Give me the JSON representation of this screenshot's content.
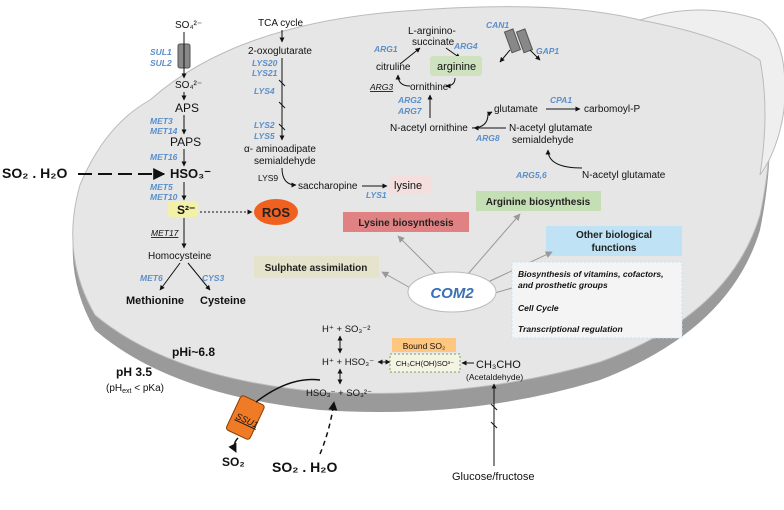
{
  "left_inputs": {
    "so2_h2o": "SO₂ . H₂O",
    "ph_ext": "pH 3.5",
    "ph_ext_note": "(pH",
    "ph_ext_sub": "ext",
    "ph_ext_note_end": " < pKa)",
    "phi": "pHi~6.8"
  },
  "sulphate": {
    "so4_top": "SO₄²⁻",
    "sul1": "SUL1",
    "sul2": "SUL2",
    "so4_in": "SO₄²⁻",
    "aps": "APS",
    "met3": "MET3",
    "met14": "MET14",
    "paps": "PAPS",
    "met16": "MET16",
    "hso3": "HSO₃⁻",
    "met5": "MET5",
    "met10": "MET10",
    "s2": "S²⁻",
    "ros": "ROS",
    "met17": "MET17",
    "homocysteine": "Homocysteine",
    "met6": "MET6",
    "cys3": "CYS3",
    "methionine": "Methionine",
    "cysteine": "Cysteine"
  },
  "lysine": {
    "tca": "TCA cycle",
    "oxoglutarate": "2-oxoglutarate",
    "lys20": "LYS20",
    "lys21": "LYS21",
    "lys4": "LYS4",
    "lys2": "LYS2",
    "lys5": "LYS5",
    "aminoadipate_1": "α- aminoadipate",
    "aminoadipate_2": "semialdehyde",
    "lys9": "LYS9",
    "saccharopine": "saccharopine",
    "lysine": "lysine",
    "lys1": "LYS1"
  },
  "arginine": {
    "can1": "CAN1",
    "gap1": "GAP1",
    "arginosuccinate_1": "L-arginino-",
    "arginosuccinate_2": "succinate",
    "arg1": "ARG1",
    "arg4": "ARG4",
    "citruline": "citruline",
    "arginine": "arginine",
    "arg3": "ARG3",
    "ornithine": "ornithine",
    "arg2": "ARG2",
    "arg7": "ARG7",
    "glutamate": "glutamate",
    "cpa1": "CPA1",
    "carbomoyl": "carbomoyl-P",
    "n_acetyl_ornithine": "N-acetyl ornithine",
    "arg8": "ARG8",
    "n_acetyl_glu_semi_1": "N-acetyl glutamate",
    "n_acetyl_glu_semi_2": "semialdehyde",
    "arg56": "ARG5,6",
    "n_acetyl_glutamate": "N-acetyl glutamate"
  },
  "boxes": {
    "lysine_biosynthesis": "Lysine biosynthesis",
    "arginine_biosynthesis": "Arginine biosynthesis",
    "other_1": "Other biological",
    "other_2": "functions",
    "sulphate_assimilation": "Sulphate assimilation",
    "com2": "COM2",
    "functions": [
      "Biosynthesis of vitamins, cofactors,",
      "and prosthetic groups",
      "Cell Cycle",
      "Transcriptional regulation"
    ]
  },
  "equilibrium": {
    "h_so3_top": "H⁺ + SO₃⁻²",
    "h_hso3": "H⁺ + HSO₃⁻",
    "hso3_so3": "HSO₃⁻ + SO₃²⁻",
    "bound_so2": "Bound SO₂",
    "bound_formula": "CH₃CH(OH)SO³⁻",
    "ch3cho": "CH₃CHO",
    "acetaldehyde": "(Acetaldehyde)",
    "glucose": "Glucose/fructose",
    "ssu1": "SSU1",
    "so2_out": "SO₂",
    "so2_h2o_bottom": "SO₂ . H₂O"
  },
  "colors": {
    "cell": "#e4e4e4",
    "wall": "#9a9a9a",
    "gene": "#5b8fc9",
    "ros": "#f0601e",
    "ssu1": "#f07b26",
    "lysine_box": "#e08283",
    "arginine_box": "#c4dfb4",
    "other_box": "#bfe3f5",
    "sulphate_box": "#e6e3cd",
    "bound_box": "#ffc67f",
    "com2": "#3a6fb3"
  }
}
